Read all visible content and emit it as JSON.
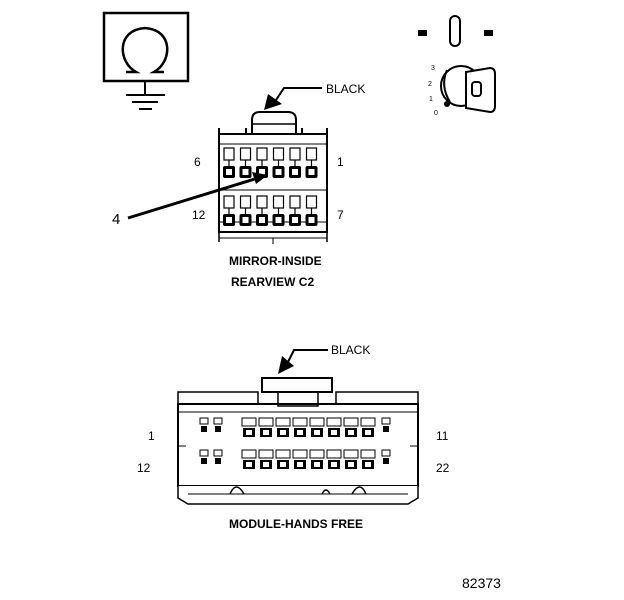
{
  "connector_c2": {
    "color_label": "BLACK",
    "pin_top_left": "6",
    "pin_top_right": "1",
    "pin_bottom_left": "12",
    "pin_bottom_right": "7",
    "callout_pin": "4",
    "caption_line1": "MIRROR-INSIDE",
    "caption_line2": "REARVIEW C2"
  },
  "ignition_key": {
    "positions": [
      "3",
      "2",
      "1",
      "0"
    ]
  },
  "connector_hands_free": {
    "color_label": "BLACK",
    "pin_top_left": "1",
    "pin_top_right": "11",
    "pin_bottom_left": "12",
    "pin_bottom_right": "22",
    "caption": "MODULE-HANDS FREE"
  },
  "figure_number": "82373"
}
